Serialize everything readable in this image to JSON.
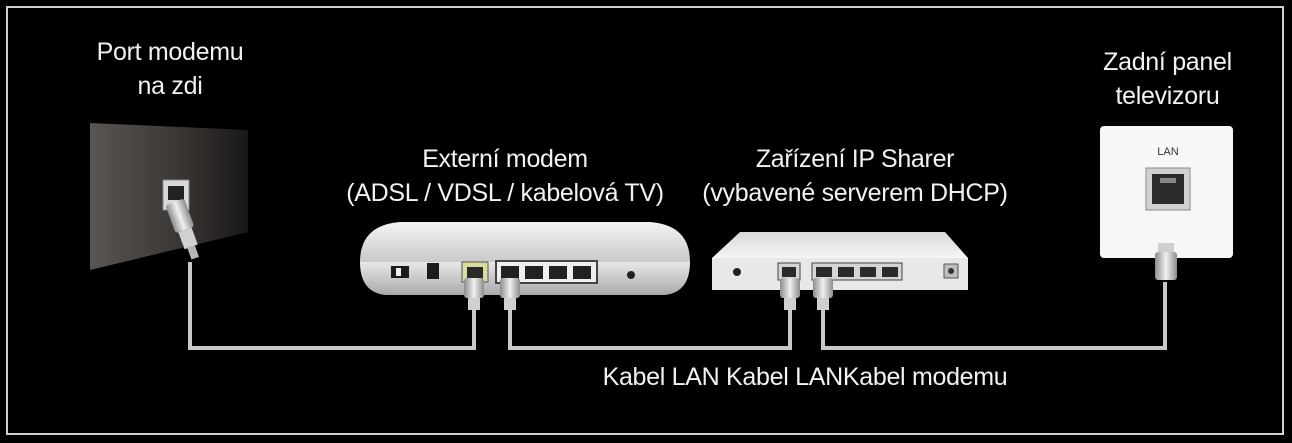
{
  "labels": {
    "wall_port_line1": "Port modemu",
    "wall_port_line2": "na zdi",
    "modem_line1": "Externí modem",
    "modem_line2": "(ADSL / VDSL / kabelová TV)",
    "sharer_line1": "Zařízení IP Sharer",
    "sharer_line2": "(vybavené serverem DHCP)",
    "tv_line1": "Zadní panel",
    "tv_line2": "televizoru",
    "tv_port": "LAN",
    "cables": "Kabel LAN Kabel LANKabel modemu"
  },
  "colors": {
    "background": "#000000",
    "cable": "#c8c8c8",
    "text": "#f2f2f2"
  }
}
